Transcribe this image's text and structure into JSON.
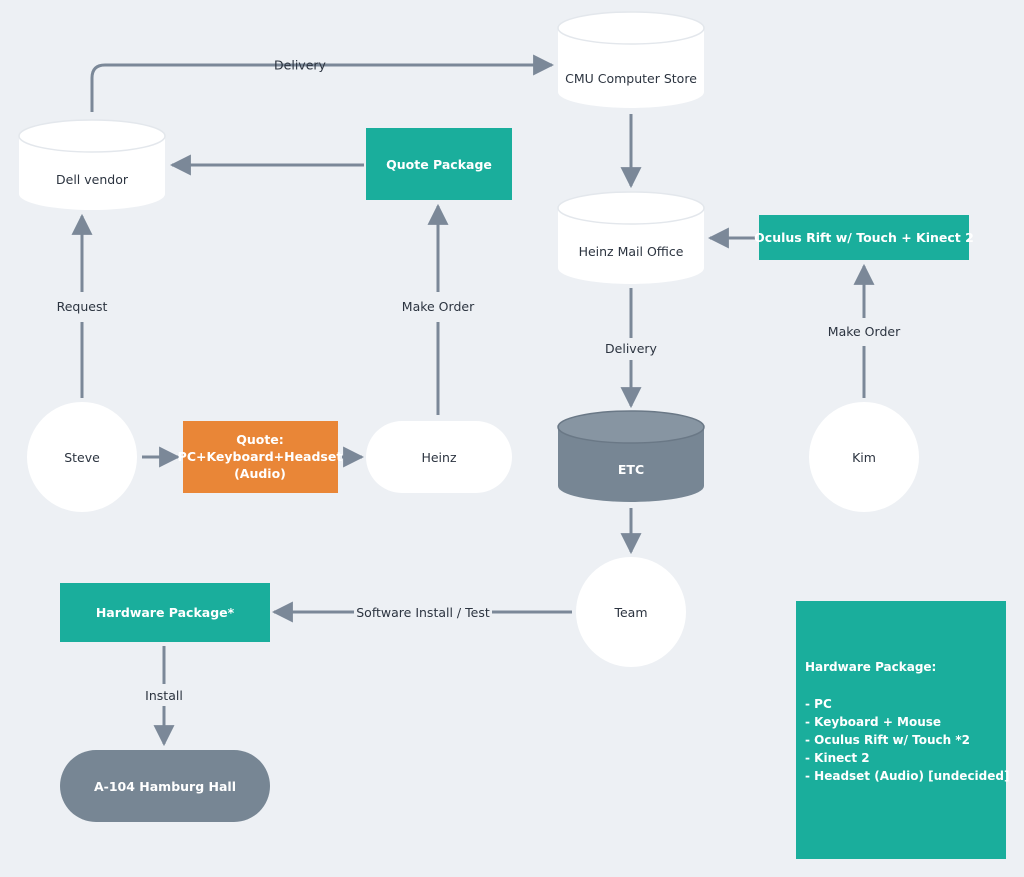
{
  "colors": {
    "background": "#edf0f4",
    "edge": "#7b8898",
    "teal": "#1aae9c",
    "orange": "#e98637",
    "slate": "#778694",
    "white": "#ffffff"
  },
  "nodes": {
    "cmu_store": "CMU Computer Store",
    "dell_vendor": "Dell vendor",
    "quote_package": "Quote Package",
    "heinz_mail": "Heinz Mail Office",
    "oculus_order": "Oculus Rift w/ Touch + Kinect 2",
    "steve": "Steve",
    "quote": [
      "Quote:",
      "PC+Keyboard+Headset",
      "(Audio)"
    ],
    "heinz": "Heinz",
    "etc": "ETC",
    "kim": "Kim",
    "team": "Team",
    "hardware_package": "Hardware Package*",
    "hamburg_hall": "A-104 Hamburg Hall"
  },
  "edge_labels": {
    "delivery_top": "Delivery",
    "request": "Request",
    "make_order_heinz": "Make Order",
    "delivery_mid": "Delivery",
    "make_order_kim": "Make Order",
    "software_install": "Software Install / Test",
    "install": "Install"
  },
  "legend": {
    "title": "Hardware Package:",
    "items": [
      "- PC",
      "- Keyboard + Mouse",
      "- Oculus Rift w/ Touch *2",
      "- Kinect 2",
      "- Headset (Audio) [undecided]"
    ]
  }
}
